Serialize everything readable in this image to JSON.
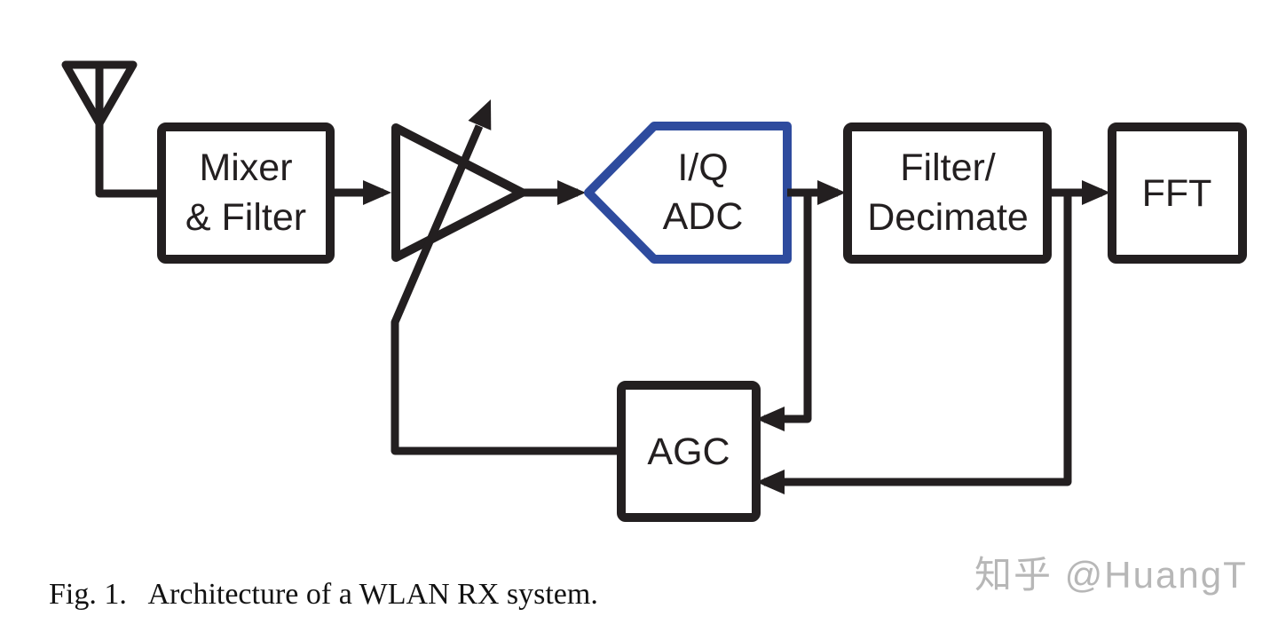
{
  "figure": {
    "caption": "Fig. 1.   Architecture of a WLAN RX system.",
    "watermark": "知乎 @HuangT"
  },
  "colors": {
    "ink": "#231f20",
    "accent_blue": "#2e4b9e",
    "watermark_gray": "#b7b7b7",
    "background": "#ffffff"
  },
  "blocks": {
    "antenna": {
      "icon": "antenna-icon"
    },
    "mixer_filter": {
      "line1": "Mixer",
      "line2": "& Filter"
    },
    "vga": {
      "icon": "variable-gain-amplifier-icon"
    },
    "iq_adc": {
      "line1": "I/Q",
      "line2": "ADC"
    },
    "filter_decimate": {
      "line1": "Filter/",
      "line2": "Decimate"
    },
    "fft": {
      "label": "FFT"
    },
    "agc": {
      "label": "AGC"
    }
  }
}
